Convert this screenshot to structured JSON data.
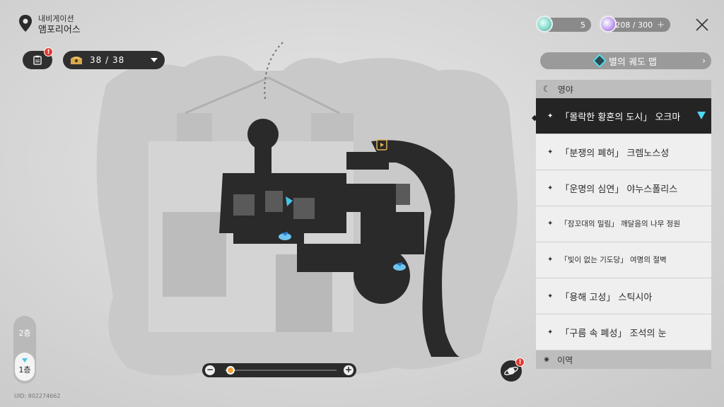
{
  "location": {
    "label": "내비게이션",
    "name": "앰포리어스"
  },
  "quest": {
    "badge": "!"
  },
  "chests": {
    "count": "38 / 38"
  },
  "currencies": [
    {
      "name": "stellar-jade",
      "value": "5",
      "color": "#7ed6c8"
    },
    {
      "name": "trailblaze-power",
      "value": "208 / 300",
      "plus": "+",
      "color": "#b08ae8"
    }
  ],
  "star_header": {
    "title": "별의 궤도 맵",
    "chevron": "›"
  },
  "categories": {
    "wild": "영야",
    "other": "이역"
  },
  "regions": [
    {
      "label": "「몰락한 황혼의 도시」 오크마",
      "active": true
    },
    {
      "label": "「분쟁의 폐허」 크렘노스성"
    },
    {
      "label": "「운명의 심연」 야누스폴리스"
    },
    {
      "label": "「잠꼬대의 밀림」 깨달음의 나무 정원"
    },
    {
      "label": "「빛이 없는 기도당」 여명의 절벽"
    },
    {
      "label": "「용해 고성」 스틱시아"
    },
    {
      "label": "「구름 속 폐성」 조석의 눈"
    }
  ],
  "floors": {
    "upper": "2층",
    "lower": "1층"
  },
  "zoom": {
    "minus": "−",
    "plus": "+",
    "level": 0.05
  },
  "uid": "UID: 802274662",
  "colors": {
    "accent": "#4fd7f0",
    "badge": "#e23a32",
    "knob": "#f1a03c"
  }
}
